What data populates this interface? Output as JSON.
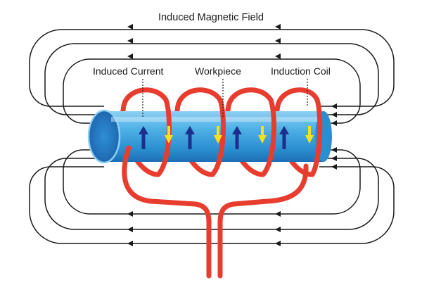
{
  "labels": {
    "title": "Induced Magnetic Field",
    "induced_current": "Induced Current",
    "workpiece": "Workpiece",
    "induction_coil": "Induction Coil"
  },
  "colors": {
    "field_line": "#1a1a1a",
    "coil": "#e83c2e",
    "workpiece_body": "#3aa3dd",
    "workpiece_end": "#1f77c2",
    "current_arrow": "#1c2f8c",
    "coil_arrow": "#f7e11e"
  },
  "icons": {
    "field_arrow": "triangle-arrow-left",
    "current_arrow": "arrow-up",
    "coil_arrow": "arrow-down"
  }
}
